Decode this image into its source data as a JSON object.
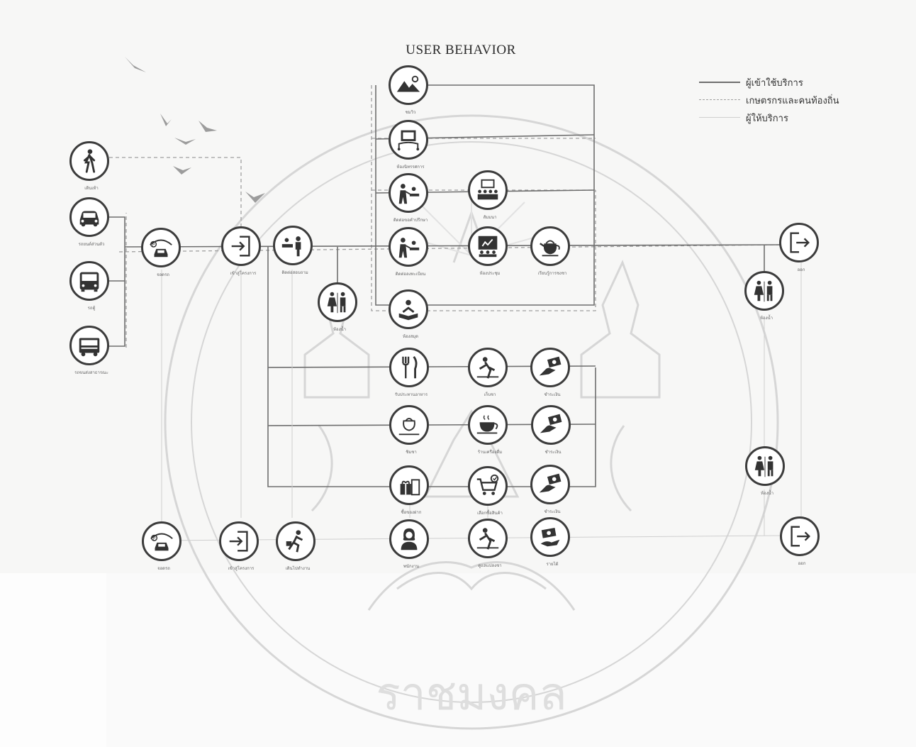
{
  "title": "USER BEHAVIOR",
  "legend": [
    {
      "style": "solid",
      "label": "ผู้เข้าใช้บริการ"
    },
    {
      "style": "dashed",
      "label": "เกษตรกรและคนท้องถิ่น"
    },
    {
      "style": "thin",
      "label": "ผู้ให้บริการ"
    }
  ],
  "nodes": {
    "walk": {
      "icon": "walking-person-icon",
      "caption": "เดินเท้า"
    },
    "car": {
      "icon": "car-icon",
      "caption": "รถยนต์ส่วนตัว"
    },
    "van": {
      "icon": "van-icon",
      "caption": "รถตู้"
    },
    "truck": {
      "icon": "truck-icon",
      "caption": "รถขนส่งสาธารณะ"
    },
    "parking": {
      "icon": "parking-car-icon",
      "caption": "จอดรถ"
    },
    "entrance": {
      "icon": "enter-icon",
      "caption": "เข้าสู่โครงการ"
    },
    "reception": {
      "icon": "reception-desk-icon",
      "caption": "ติดต่อสอบถาม"
    },
    "toilet_a": {
      "icon": "restroom-icon",
      "caption": "ห้องน้ำ"
    },
    "nature": {
      "icon": "mountain-view-icon",
      "caption": "ชมวิว"
    },
    "exhibit": {
      "icon": "exhibition-icon",
      "caption": "ห้องนิทรรศการ"
    },
    "consult": {
      "icon": "consultation-icon",
      "caption": "ติดต่อขอคำปรึกษา"
    },
    "seminar": {
      "icon": "seminar-audience-icon",
      "caption": "สัมมนา"
    },
    "register": {
      "icon": "registration-desk-icon",
      "caption": "ติดต่อลงทะเบียน"
    },
    "presentation": {
      "icon": "presentation-board-icon",
      "caption": "ห้องประชุม"
    },
    "teapot": {
      "icon": "teapot-icon",
      "caption": "เรียนรู้การชงชา"
    },
    "reading": {
      "icon": "reading-person-icon",
      "caption": "ห้องสมุด"
    },
    "dining": {
      "icon": "fork-knife-icon",
      "caption": "รับประทานอาหาร"
    },
    "farming": {
      "icon": "farmer-icon",
      "caption": "เก็บชา"
    },
    "pay_1": {
      "icon": "payment-hand-icon",
      "caption": "ชำระเงิน"
    },
    "tea_set": {
      "icon": "tea-set-icon",
      "caption": "ชิมชา"
    },
    "coffee": {
      "icon": "coffee-cup-icon",
      "caption": "ร้านเครื่องดื่ม"
    },
    "pay_2": {
      "icon": "payment-hand-icon",
      "caption": "ชำระเงิน"
    },
    "gift": {
      "icon": "gift-bag-icon",
      "caption": "ซื้อของฝาก"
    },
    "cart": {
      "icon": "shopping-cart-icon",
      "caption": "เลือกซื้อสินค้า"
    },
    "pay_3": {
      "icon": "payment-hand-icon",
      "caption": "ชำระเงิน"
    },
    "exit_top": {
      "icon": "exit-icon",
      "caption": "ออก"
    },
    "toilet_b": {
      "icon": "restroom-icon",
      "caption": "ห้องน้ำ"
    },
    "toilet_c": {
      "icon": "restroom-icon",
      "caption": "ห้องน้ำ"
    },
    "parking_staff": {
      "icon": "parking-car-icon",
      "caption": "จอดรถ"
    },
    "staff_entrance": {
      "icon": "enter-icon",
      "caption": "เข้าสู่โครงการ"
    },
    "staff_walk": {
      "icon": "running-worker-icon",
      "caption": "เดินไปทำงาน"
    },
    "staff": {
      "icon": "staff-woman-icon",
      "caption": "พนักงาน"
    },
    "staff_farm": {
      "icon": "farmer-icon",
      "caption": "ดูแลแปลงชา"
    },
    "staff_money": {
      "icon": "money-hand-icon",
      "caption": "รายได้"
    },
    "exit_bottom": {
      "icon": "exit-icon",
      "caption": "ออก"
    }
  },
  "watermark_text": "ราชมงคล",
  "colors": {
    "ink": "#3c3c3c",
    "solid_line": "#6e6e6e",
    "dashed_line": "#a0a0a0",
    "thin_line": "#cfcfcf",
    "watermark": "#d4d4d4"
  }
}
